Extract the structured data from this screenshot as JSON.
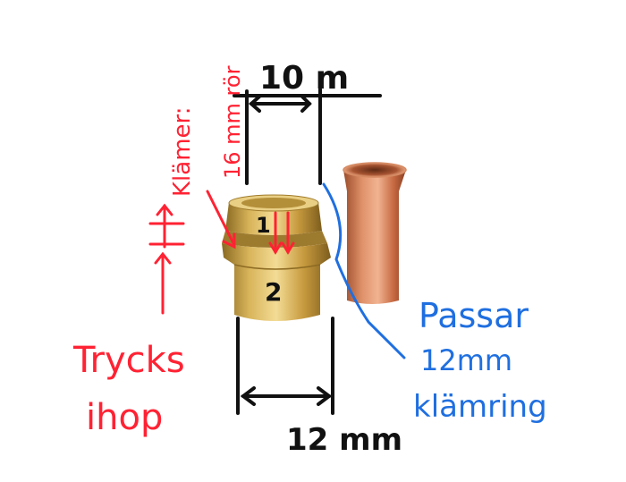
{
  "annotations": {
    "top_dimension": "10 m",
    "bottom_dimension": "12 mm",
    "part_number_1": "1",
    "part_number_2": "2",
    "vertical_note_line1": "Klämer:",
    "vertical_note_line2": "16 mm rör",
    "press_note_line1": "Trycks",
    "press_note_line2": "ihop",
    "fit_note_line1": "Passar",
    "fit_note_line2": "12mm",
    "fit_note_line3": "klämring"
  },
  "colors": {
    "annotation_black": "#111111",
    "annotation_red": "#ff2233",
    "annotation_blue": "#1f6fe0",
    "brass": "#c8a046",
    "copper": "#c9764f"
  }
}
